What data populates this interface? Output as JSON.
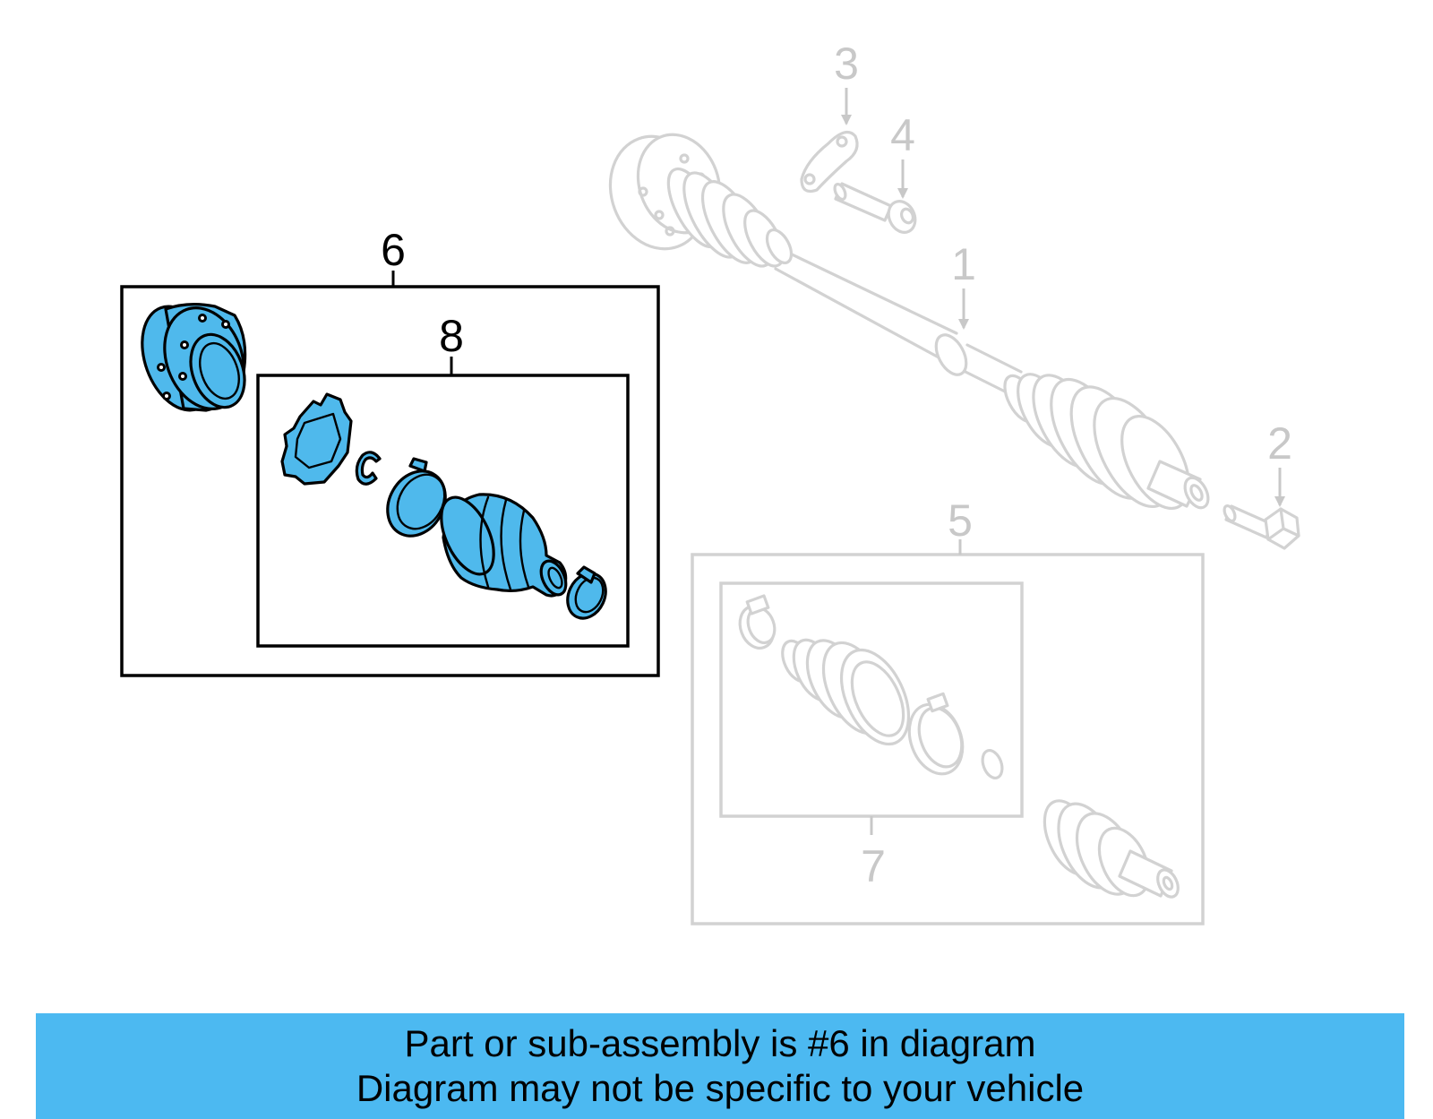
{
  "callouts": {
    "c1": "1",
    "c2": "2",
    "c3": "3",
    "c4": "4",
    "c5": "5",
    "c6": "6",
    "c7": "7",
    "c8": "8"
  },
  "highlight": {
    "part_number": "6",
    "active_color": "#4fb9ec",
    "muted_color": "#d2d2d2"
  },
  "banner": {
    "line1": "Part or sub-assembly is #6 in diagram",
    "line2": "Diagram may not be specific to your vehicle",
    "background": "#4cb9f1"
  },
  "icons": {
    "axle": "drive-axle-icon",
    "bearing": "wheel-hub-bearing-icon",
    "boot": "cv-boot-icon",
    "clamp": "boot-clamp-icon",
    "bolt": "bolt-icon"
  }
}
